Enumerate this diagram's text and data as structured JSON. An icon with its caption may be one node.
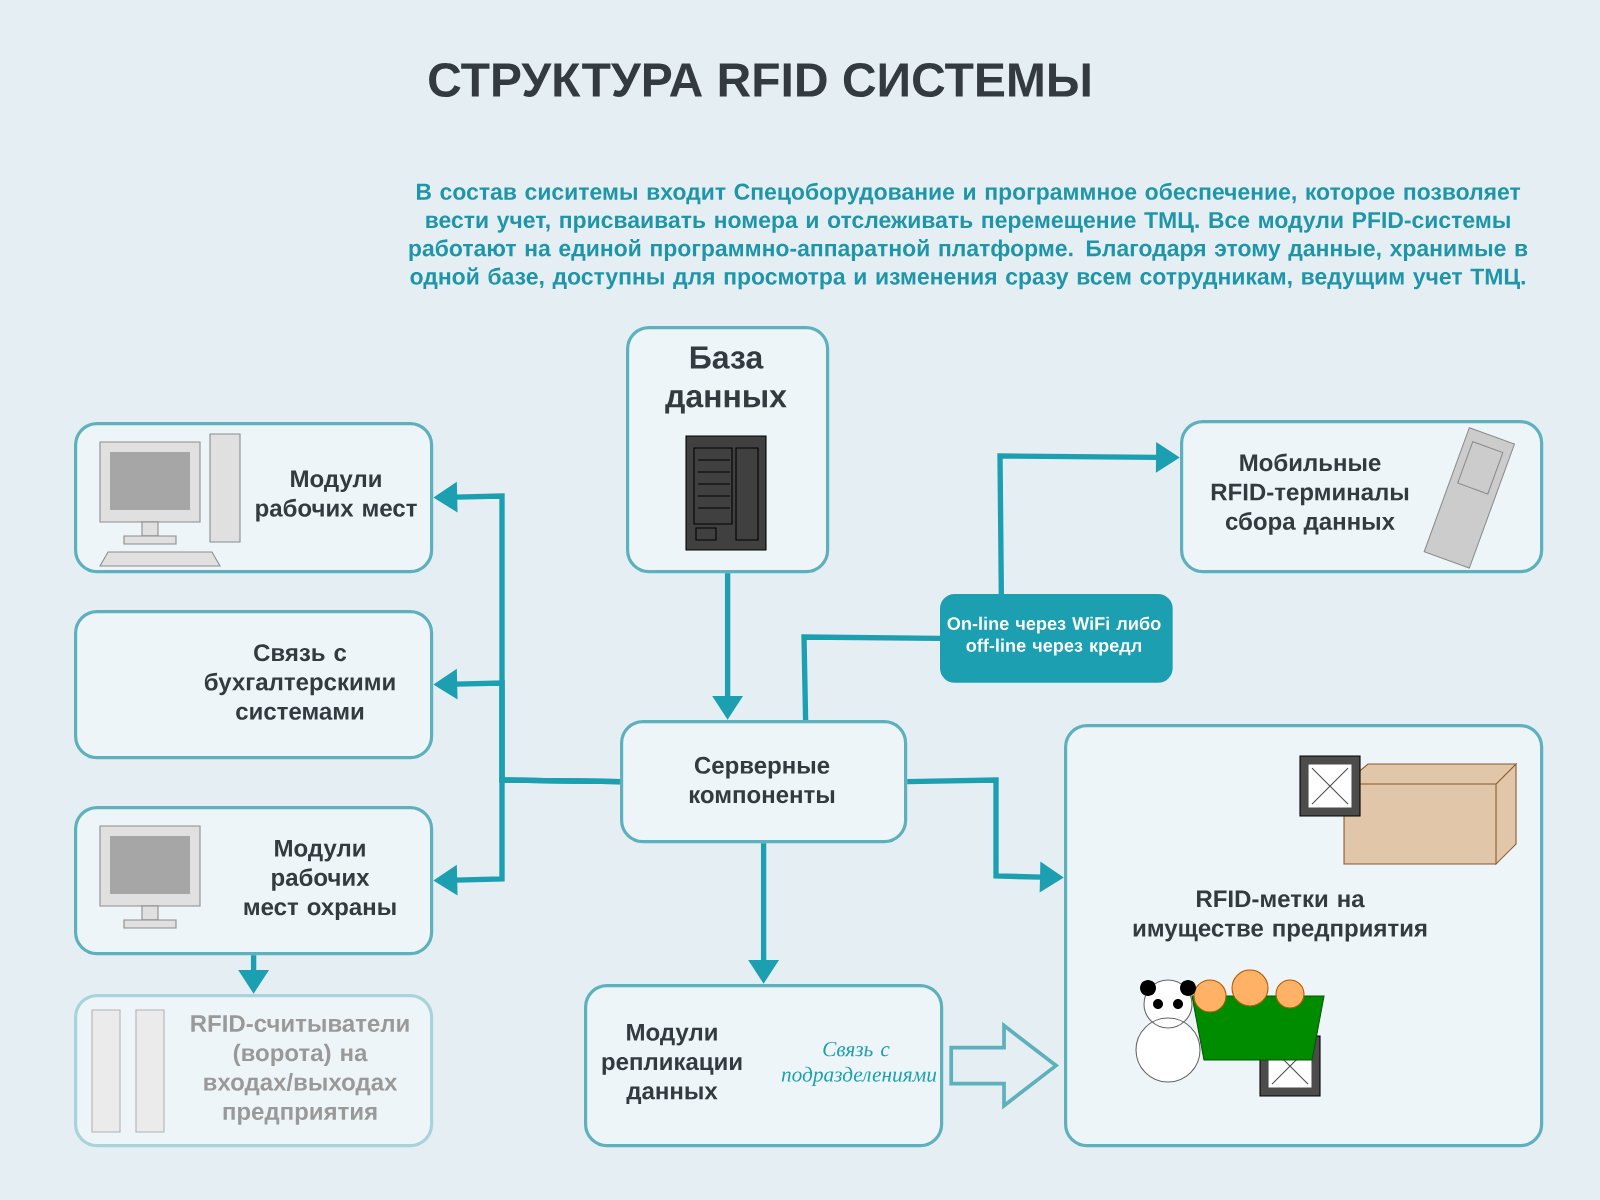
{
  "diagram": {
    "title": "СТРУКТУРА RFID СИСТЕМЫ",
    "nodes": [
      {
        "text": [
          "База данных"
        ]
      },
      {
        "text": [
          "Модули рабочих мест"
        ]
      },
      {
        "text": [
          "Связь с бухгалтерскими системами"
        ]
      },
      {
        "text": [
          "Модули рабочих мест охраны"
        ]
      },
      {
        "text": [
          "RFID-считыватели (ворота) на входах/выходах предприятия"
        ]
      },
      {
        "text": [
          "Серверные компоненты"
        ]
      },
      {
        "text": [
          "On-line через WiFi либо off-line через кредл"
        ]
      },
      {
        "text": [
          "Мобильные RFID-терминалы сбора данных"
        ]
      },
      {
        "text": [
          "Модули репликации данных",
          "Связь с подразделениями"
        ]
      },
      {
        "text": [
          "RFID-метки на имуществе предприятия"
        ]
      }
    ],
    "edges": [
      {
        "from": 0,
        "to": 5,
        "arrow": "to"
      },
      {
        "from": 5,
        "to": 1,
        "arrow": "to"
      },
      {
        "from": 5,
        "to": 2,
        "arrow": "to"
      },
      {
        "from": 5,
        "to": 3,
        "arrow": "to"
      },
      {
        "from": 3,
        "to": 4,
        "arrow": "to"
      },
      {
        "from": 5,
        "to": 6,
        "arrow": "none"
      },
      {
        "from": 6,
        "to": 7,
        "arrow": "to"
      },
      {
        "from": 5,
        "to": 9,
        "arrow": "to"
      },
      {
        "from": 5,
        "to": 8,
        "arrow": "to"
      },
      {
        "from": 8,
        "to": 9,
        "arrow": "to",
        "style": "thick",
        "color": "#5fb0bd"
      }
    ],
    "labels": [
      "В состав сиситемы входит Спецоборудование и программное обеспечение, которое позволяет вести учет, присваивать номера и отслеживать перемещение ТМЦ. Все модули PFID-системы работают на единой программно-аппаратной платформе. Благодаря этому данные, хранимые в одной базе, доступны для просмотра и изменения сразу всем сотрудникам, ведущим учет ТМЦ."
    ]
  }
}
